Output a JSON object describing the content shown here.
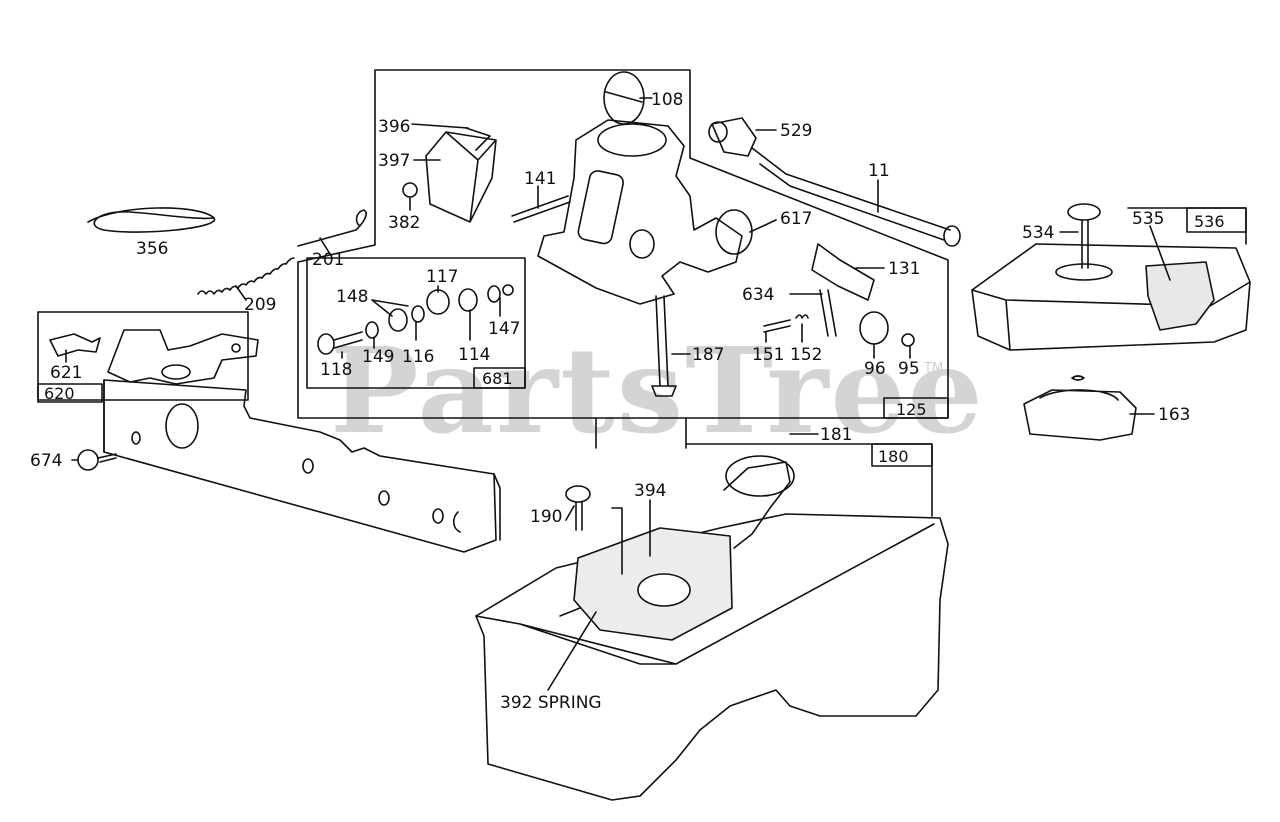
{
  "watermark": {
    "text": "PartsTree",
    "trademark": "TM"
  },
  "boxes": {
    "b620": "620",
    "b681": "681",
    "b125": "125",
    "b180": "180",
    "b536": "536"
  },
  "labels": {
    "p108": "108",
    "p396": "396",
    "p397": "397",
    "p382": "382",
    "p141": "141",
    "p529": "529",
    "p11": "11",
    "p617": "617",
    "p356": "356",
    "p201": "201",
    "p209": "209",
    "p117": "117",
    "p148": "148",
    "p147": "147",
    "p118": "118",
    "p149": "149",
    "p116": "116",
    "p114": "114",
    "p187": "187",
    "p634": "634",
    "p131": "131",
    "p151": "151",
    "p152": "152",
    "p96": "96",
    "p95": "95",
    "p534": "534",
    "p535": "535",
    "p163": "163",
    "p621": "621",
    "p674": "674",
    "p181": "181",
    "p394": "394",
    "p190": "190",
    "p392": "392 SPRING"
  }
}
